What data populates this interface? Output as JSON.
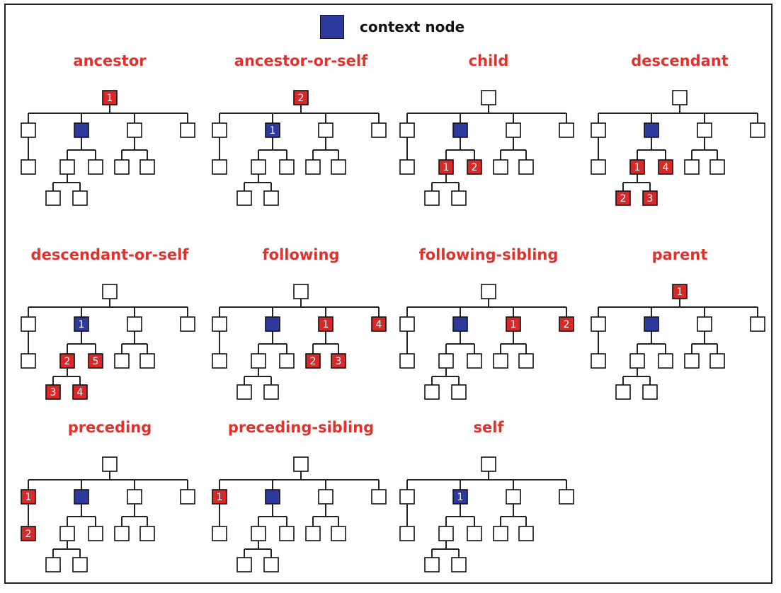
{
  "legend": {
    "label": "context node",
    "color": "#2e3a9e"
  },
  "colors": {
    "title": "#e0312d",
    "highlight": "#d8292a",
    "context": "#2e3a9e"
  },
  "axes": [
    {
      "title": "ancestor",
      "root": "1",
      "c1": "w",
      "c1c": "",
      "ctx": "ctx",
      "d1": "",
      "d2": "",
      "g1": "",
      "g2": "",
      "c3": "",
      "c4": ""
    },
    {
      "title": "ancestor-or-self",
      "root": "2",
      "c1": "w",
      "c1c": "",
      "ctx": "1",
      "d1": "",
      "d2": "",
      "g1": "",
      "g2": "",
      "c3": "",
      "c4": ""
    },
    {
      "title": "child",
      "root": "",
      "c1": "w",
      "c1c": "",
      "ctx": "ctx",
      "d1": "1",
      "d2": "2",
      "g1": "",
      "g2": "",
      "c3": "",
      "c4": ""
    },
    {
      "title": "descendant",
      "root": "",
      "c1": "w",
      "c1c": "",
      "ctx": "ctx",
      "d1": "1",
      "d2": "4",
      "g1": "2",
      "g2": "3",
      "c3": "",
      "c4": ""
    },
    {
      "title": "descendant-or-self",
      "root": "",
      "c1": "w",
      "c1c": "",
      "ctx": "1",
      "d1": "2",
      "d2": "5",
      "g1": "3",
      "g2": "4",
      "c3": "",
      "c4": ""
    },
    {
      "title": "following",
      "root": "",
      "c1": "w",
      "c1c": "",
      "ctx": "ctx",
      "d1": "",
      "d2": "",
      "g1": "",
      "g2": "",
      "c3": "1",
      "c4": "4",
      "c3a": "2",
      "c3b": "3"
    },
    {
      "title": "following-sibling",
      "root": "",
      "c1": "w",
      "c1c": "",
      "ctx": "ctx",
      "d1": "",
      "d2": "",
      "g1": "",
      "g2": "",
      "c3": "1",
      "c4": "2"
    },
    {
      "title": "parent",
      "root": "1",
      "c1": "w",
      "c1c": "",
      "ctx": "ctx",
      "d1": "",
      "d2": "",
      "g1": "",
      "g2": "",
      "c3": "",
      "c4": ""
    },
    {
      "title": "preceding",
      "root": "",
      "c1": "1",
      "c1c": "2",
      "ctx": "ctx",
      "d1": "",
      "d2": "",
      "g1": "",
      "g2": "",
      "c3": "",
      "c4": ""
    },
    {
      "title": "preceding-sibling",
      "root": "",
      "c1": "1",
      "c1c": "",
      "ctx": "ctx",
      "d1": "",
      "d2": "",
      "g1": "",
      "g2": "",
      "c3": "",
      "c4": ""
    },
    {
      "title": "self",
      "root": "",
      "c1": "w",
      "c1c": "",
      "ctx": "1",
      "d1": "",
      "d2": "",
      "g1": "",
      "g2": "",
      "c3": "",
      "c4": ""
    }
  ]
}
